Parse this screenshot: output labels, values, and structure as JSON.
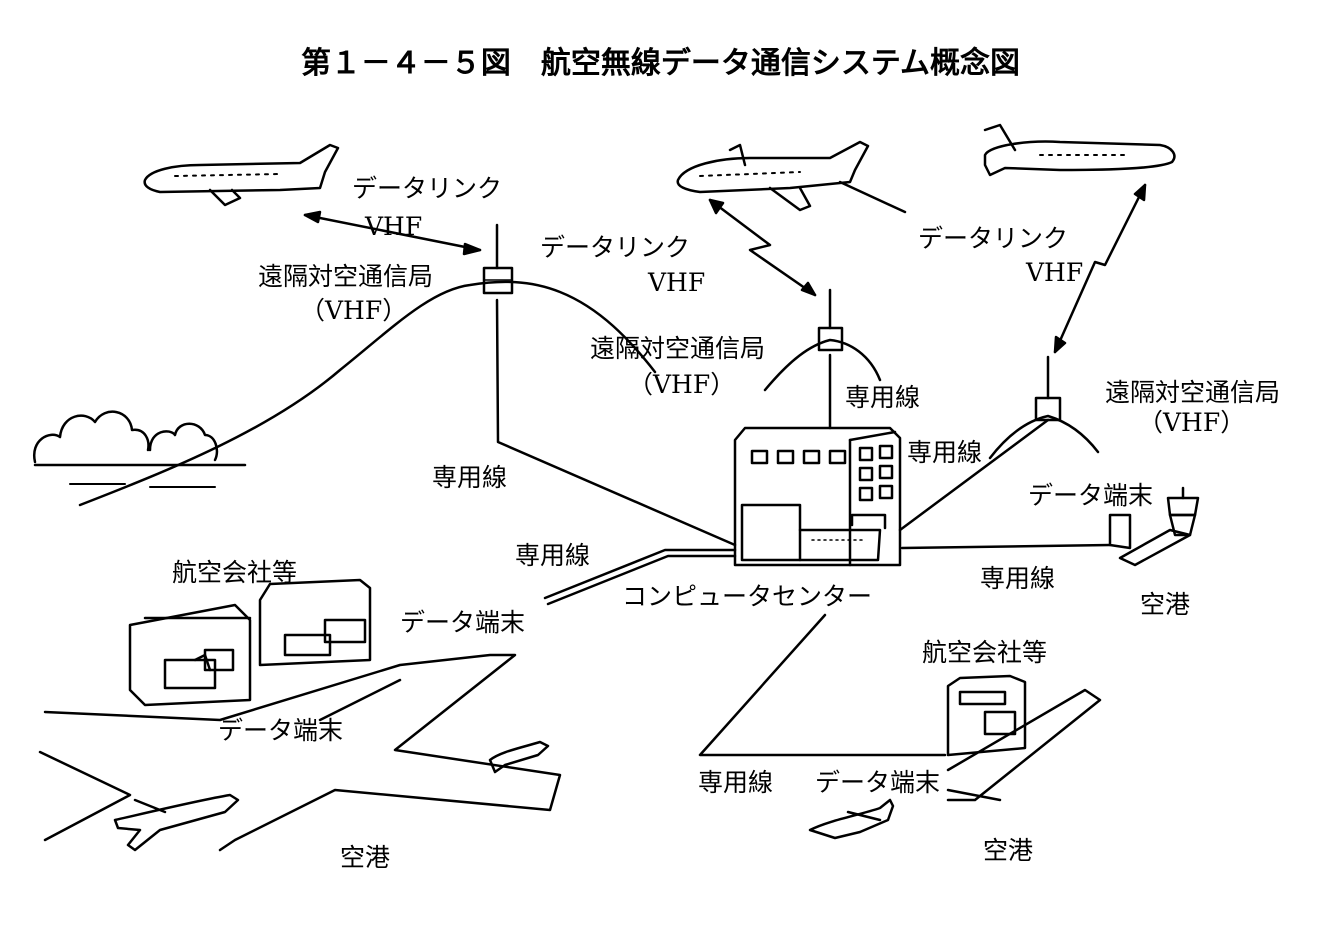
{
  "title": "第１－４－５図　航空無線データ通信システム概念図",
  "labels": {
    "datalink": "データリンク",
    "vhf": "VHF",
    "remote_station": "遠隔対空通信局",
    "vhf_paren": "（VHF）",
    "leased_line": "専用線",
    "computer_center": "コンピュータセンター",
    "airline_etc": "航空会社等",
    "data_terminal": "データ端末",
    "airport": "空港"
  },
  "colors": {
    "ink": "#000000",
    "paper": "#ffffff"
  }
}
